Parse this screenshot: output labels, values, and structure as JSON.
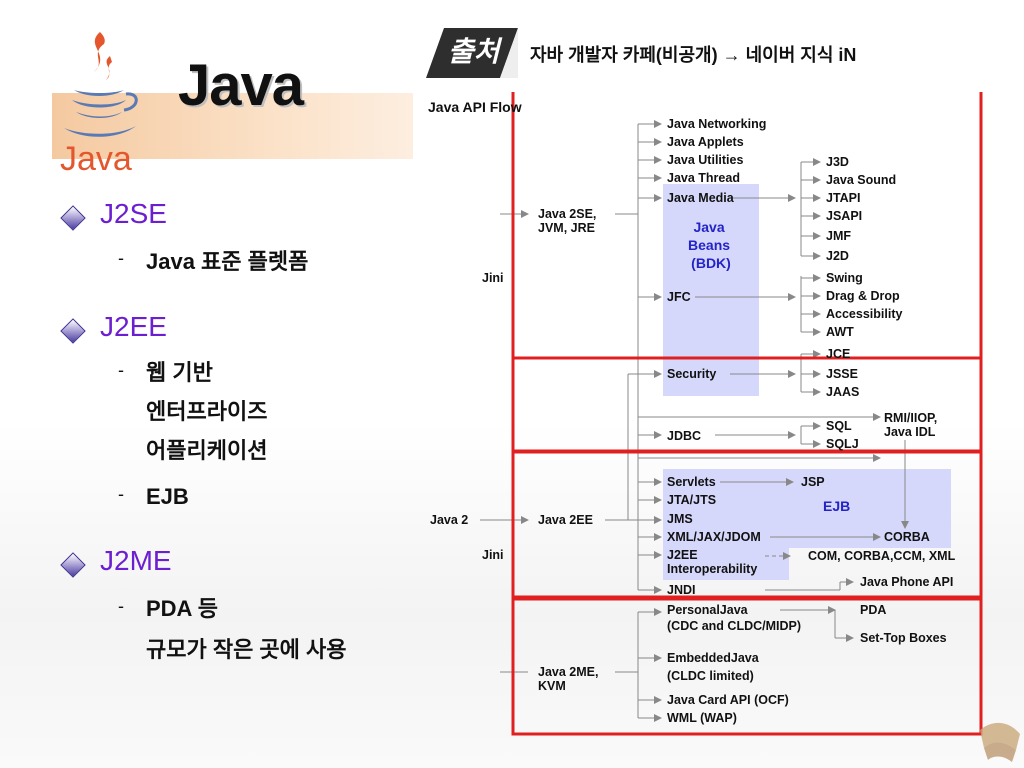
{
  "title": "Java",
  "logo": {
    "wordmark": "Java"
  },
  "source": {
    "tag": "출처",
    "text": "자바 개발자 카페(비공개) → 네이버 지식 iN"
  },
  "bullets": [
    {
      "heading": "J2SE",
      "items": [
        {
          "dash": "-",
          "lines": [
            "Java 표준 플렛폼"
          ]
        }
      ]
    },
    {
      "heading": "J2EE",
      "items": [
        {
          "dash": "-",
          "lines": [
            "웹 기반",
            "엔터프라이즈",
            "어플리케이션"
          ]
        },
        {
          "dash": "-",
          "lines": [
            "EJB"
          ]
        }
      ]
    },
    {
      "heading": "J2ME",
      "items": [
        {
          "dash": "-",
          "lines": [
            "PDA 등",
            "규모가 작은 곳에 사용"
          ]
        }
      ]
    }
  ],
  "diagram": {
    "title": "Java API Flow",
    "jini_1": "Jini",
    "jini_2": "Jini",
    "java2": "Java 2",
    "java2se": [
      "Java 2SE,",
      "JVM, JRE"
    ],
    "java2ee": "Java 2EE",
    "java2me": [
      "Java 2ME,",
      "KVM"
    ],
    "se_apis": [
      "Java Networking",
      "Java Applets",
      "Java Utilities",
      "Java Thread",
      "Java Media"
    ],
    "beans": [
      "Java",
      "Beans",
      "(BDK)"
    ],
    "media_items": [
      "J3D",
      "Java Sound",
      "JTAPI",
      "JSAPI",
      "JMF",
      "J2D"
    ],
    "jfc": "JFC",
    "jfc_items": [
      "Swing",
      "Drag & Drop",
      "Accessibility",
      "AWT"
    ],
    "jce": "JCE",
    "security": "Security",
    "security_items": [
      "JSSE",
      "JAAS"
    ],
    "jdbc": "JDBC",
    "jdbc_items": [
      "SQL",
      "SQLJ"
    ],
    "rmi": [
      "RMI/IIOP,",
      "Java IDL"
    ],
    "servlets": "Servlets",
    "jsp": "JSP",
    "ee_apis": [
      "JTA/JTS",
      "JMS",
      "XML/JAX/JDOM"
    ],
    "ejb": "EJB",
    "corba": "CORBA",
    "j2ee_interop": [
      "J2EE",
      "Interoperability"
    ],
    "interop_target": "COM, CORBA,CCM, XML",
    "jndi": "JNDI",
    "java_phone": "Java Phone API",
    "me_apis": [
      [
        "PersonalJava",
        "(CDC and CLDC/MIDP)"
      ],
      [
        "EmbeddedJava",
        "(CLDC limited)"
      ],
      [
        "Java Card API (OCF)",
        "WML (WAP)"
      ]
    ],
    "pda": "PDA",
    "settop": "Set-Top Boxes"
  }
}
